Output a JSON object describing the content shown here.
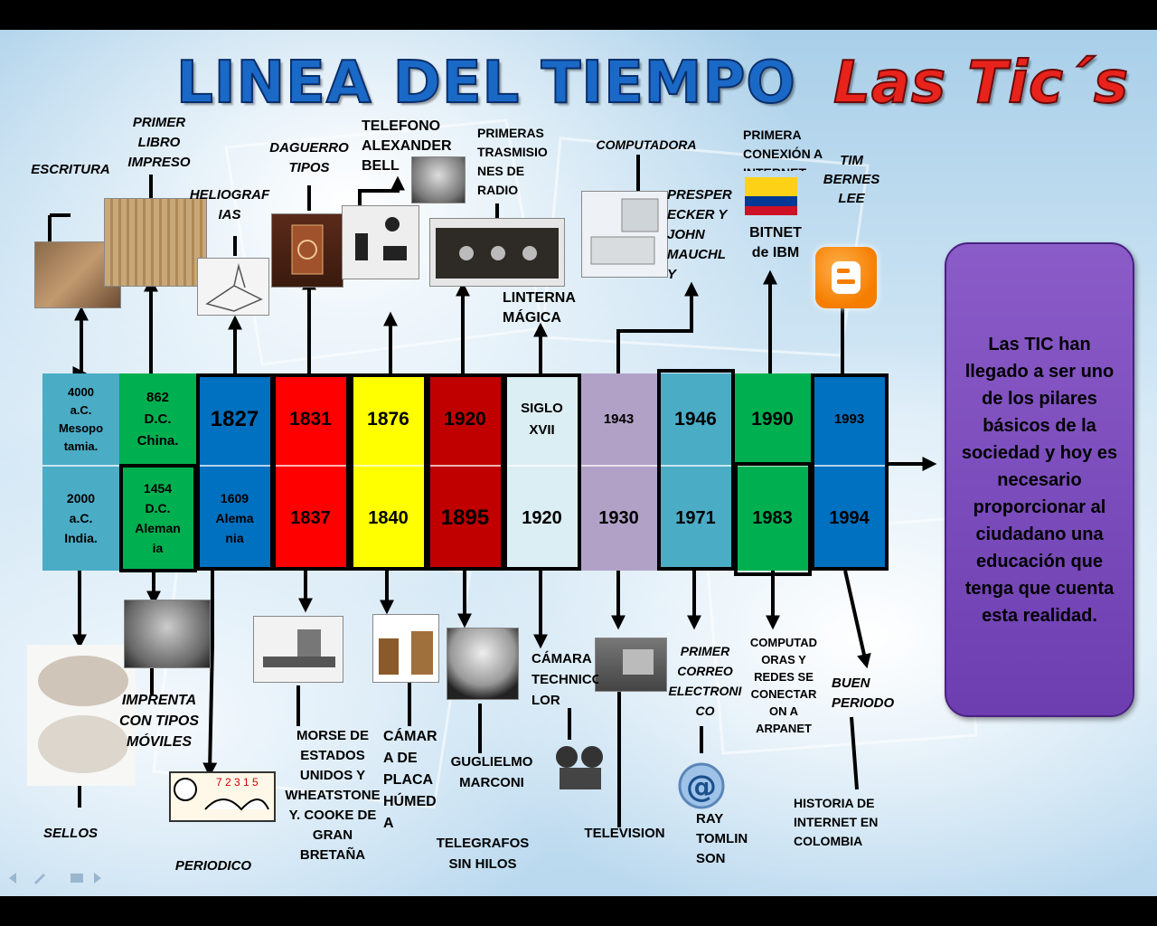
{
  "title": {
    "part1": "LINEA DEL TIEMPO",
    "part2": "Las Tic´s"
  },
  "timeline": {
    "top_row": [
      {
        "text": "4000\na.C.\nMesopo\ntamia.",
        "color": "#4bacc6"
      },
      {
        "text": "862\nD.C.\nChina.",
        "color": "#00b050"
      },
      {
        "text": "1827",
        "color": "#0070c0"
      },
      {
        "text": "1831",
        "color": "#ff0000"
      },
      {
        "text": "1876",
        "color": "#ffff00"
      },
      {
        "text": "1920",
        "color": "#c00000"
      },
      {
        "text": "SIGLO\nXVII",
        "color": "#dbeef4"
      },
      {
        "text": "1943",
        "color": "#b2a1c7"
      },
      {
        "text": "1946",
        "color": "#4bacc6"
      },
      {
        "text": "1990",
        "color": "#00b050"
      },
      {
        "text": "1993",
        "color": "#0070c0"
      }
    ],
    "bottom_row": [
      {
        "text": "2000\na.C.\nIndia.",
        "color": "#4bacc6"
      },
      {
        "text": "1454\nD.C.\nAleman\nia",
        "color": "#00b050"
      },
      {
        "text": "1609\nAlema\nnia",
        "color": "#0070c0"
      },
      {
        "text": "1837",
        "color": "#ff0000"
      },
      {
        "text": "1840",
        "color": "#ffff00"
      },
      {
        "text": "1895",
        "color": "#c00000"
      },
      {
        "text": "1920",
        "color": "#dbeef4"
      },
      {
        "text": "1930",
        "color": "#b2a1c7"
      },
      {
        "text": "1971",
        "color": "#4bacc6"
      },
      {
        "text": "1983",
        "color": "#00b050"
      },
      {
        "text": "1994",
        "color": "#0070c0"
      }
    ]
  },
  "labels_top": {
    "escritura": "ESCRITURA",
    "primer_libro": "PRIMER\nLIBRO\nIMPRESO",
    "heliografias": "HELIOGRAF\nIAS",
    "daguerrotipos": "DAGUERRO\nTIPOS",
    "telefono": "TELEFONO\nALEXANDER\nBELL",
    "primeras_trasmisiones": "PRIMERAS\nTRASMISIO\nNES DE\nRADIO",
    "linterna": "LINTERNA\nMÁGICA",
    "computadora": "COMPUTADORA",
    "presper": "PRESPER\nECKER Y\nJOHN\nMAUCHL\nY",
    "primera_conexion": "PRIMERA\nCONEXIÓN A\nINTERNET",
    "bitnet": "BITNET\nde IBM",
    "tim": "TIM\nBERNES\nLEE"
  },
  "labels_bottom": {
    "sellos": "SELLOS",
    "imprenta": "IMPRENTA\nCON TIPOS\nMÓVILES",
    "periodico": "PERIODICO",
    "morse": "MORSE DE\nESTADOS\nUNIDOS Y\nWHEATSTONE\nY. COOKE DE\nGRAN\nBRETAÑA",
    "camara_placa": "CÁMAR\nA DE\nPLACA\nHÚMED\nA",
    "marconi": "GUGLIELMO\nMARCONI",
    "telegrafos": "TELEGRAFOS\nSIN HILOS",
    "camara_technicolor": "CÁMARA\nTECHNICO\nLOR",
    "television": "TELEVISION",
    "primer_correo": "PRIMER\nCORREO\nELECTRONI\nCO",
    "ray": "RAY\nTOMLIN\nSON",
    "computadoras_redes": "COMPUTAD\nORAS Y\nREDES  SE\nCONECTAR\nON  A\nARPANET",
    "buen_periodo": "BUEN\nPERIODO",
    "historia": "HISTORIA DE\nINTERNET EN\nCOLOMBIA"
  },
  "info_box": "Las TIC han llegado a ser uno de los pilares básicos de la sociedad y hoy es necesario proporcionar al ciudadano una educación que tenga que cuenta esta realidad.",
  "colors": {
    "info_bg": "#7a4bbd",
    "title_blue": "#1a69c7",
    "title_red": "#e8231c",
    "blogger": "#f57d00"
  },
  "icons": [
    "clay-tablet-image",
    "scroll-image",
    "heliograph-image",
    "daguerreotype-image",
    "telephone-image",
    "bell-portrait-image",
    "radio-image",
    "computer-image",
    "colombia-flag",
    "blogger-icon",
    "seal-image",
    "gutenberg-image",
    "newspaper-icon",
    "telegraph-image",
    "camera-image",
    "marconi-portrait-image",
    "film-camera-image",
    "television-image",
    "email-at-icon"
  ]
}
